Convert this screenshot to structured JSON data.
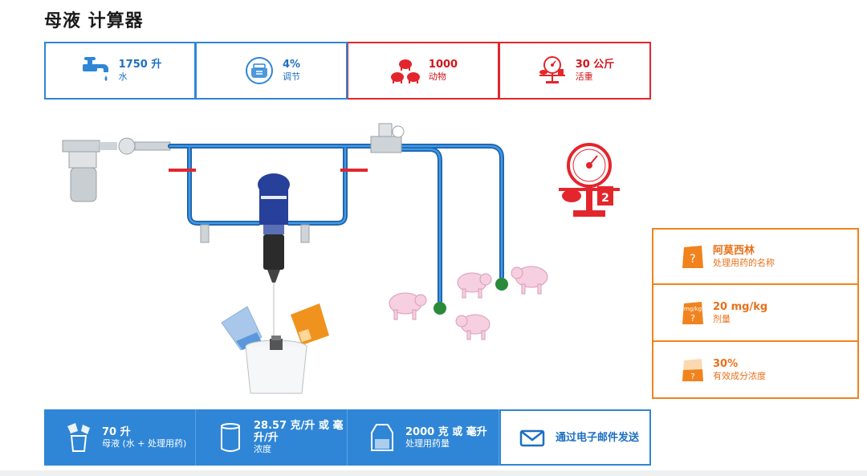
{
  "page": {
    "title": "母液 计算器"
  },
  "stats": [
    {
      "value": "1750 升",
      "label": "水",
      "icon": "faucet-icon",
      "color": "#2f86d6"
    },
    {
      "value": "4%",
      "label": "调节",
      "icon": "dosing-gauge-icon",
      "color": "#2f86d6"
    },
    {
      "value": "1000",
      "label": "动物",
      "icon": "pigs-icon",
      "color": "#e3262c"
    },
    {
      "value": "30 公斤",
      "label": "活重",
      "icon": "scale-weight-icon",
      "color": "#e3262c"
    }
  ],
  "scale": {
    "digit": "2"
  },
  "medication": [
    {
      "value": "阿莫西林",
      "label": "处理用药的名称",
      "icon": "medicine-bag-icon"
    },
    {
      "value": "20 mg/kg",
      "label": "剂量",
      "icon": "dose-bag-icon",
      "bag_text": "mg/kg"
    },
    {
      "value": "30%",
      "label": "有效成分浓度",
      "icon": "concentration-bag-icon"
    }
  ],
  "results": [
    {
      "value": "70 升",
      "label": "母液 (水 + 处理用药)",
      "icon": "mixing-bucket-icon"
    },
    {
      "value": "28.57 克/升 或 毫升/升",
      "label": "浓度",
      "icon": "beaker-icon"
    },
    {
      "value": "2000 克 或 毫升",
      "label": "处理用药量",
      "icon": "container-icon"
    }
  ],
  "email": {
    "label": "通过电子邮件发送",
    "icon": "envelope-icon"
  },
  "colors": {
    "blue": "#2f86d6",
    "red": "#e3262c",
    "orange": "#f0831e"
  }
}
